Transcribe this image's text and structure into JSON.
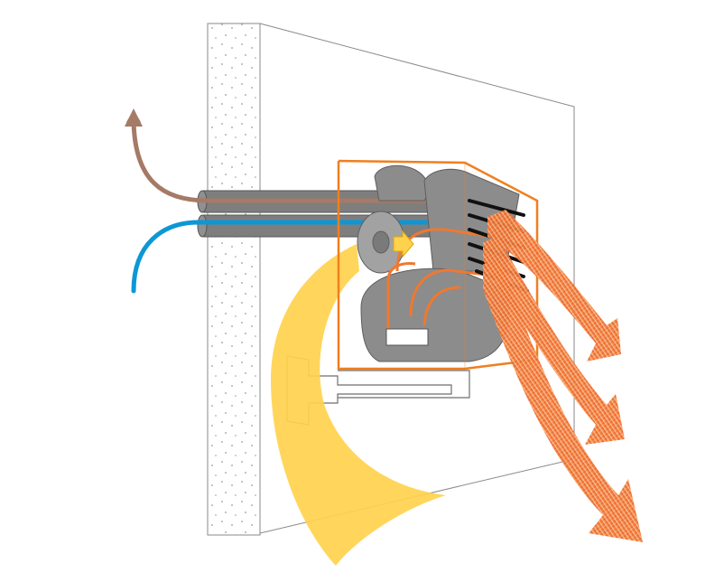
{
  "diagram": {
    "type": "cutaway-illustration",
    "components": [
      {
        "id": "wall",
        "icon": "wall-section-icon"
      },
      {
        "id": "mounting-bracket",
        "icon": "bracket-icon"
      },
      {
        "id": "refrigerant-pipes",
        "icon": "pipe-icon"
      },
      {
        "id": "indoor-unit-housing",
        "icon": "housing-outline-icon"
      },
      {
        "id": "fan",
        "icon": "fan-icon"
      },
      {
        "id": "heat-exchanger-coil",
        "icon": "coil-icon"
      },
      {
        "id": "outlet-louvers",
        "icon": "louver-icon"
      }
    ],
    "flows": [
      {
        "id": "brown-return-flow",
        "color": "#a57a67",
        "icon": "arrow-up-icon"
      },
      {
        "id": "blue-supply-flow",
        "color": "#0d97d6"
      },
      {
        "id": "yellow-intake-flow",
        "color": "#ffd24d",
        "icon": "air-intake-arrow-icon"
      },
      {
        "id": "orange-outlet-flow",
        "color": "#f07830",
        "count": 3,
        "icon": "warm-air-arrow-icon"
      }
    ]
  },
  "colors": {
    "housing_outline": "#f07f1e",
    "machine_gray": "#8c8c8c",
    "pipe_gray": "#7e7e7e",
    "louver_black": "#111111",
    "gradient_start": "#fab24a",
    "gradient_end": "#e8482a",
    "intake_yellow": "#ffd24d"
  }
}
